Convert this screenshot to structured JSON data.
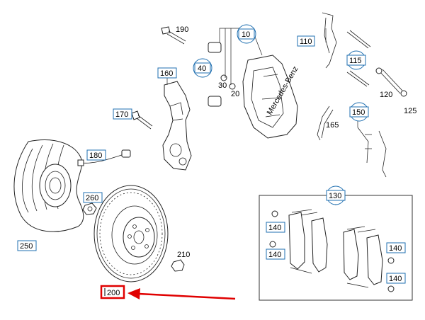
{
  "callouts": {
    "c190": "190",
    "c10": "10",
    "c110": "110",
    "c40": "40",
    "c115": "115",
    "c160": "160",
    "c30": "30",
    "c20": "20",
    "c120": "120",
    "c125": "125",
    "c170": "170",
    "c165": "165",
    "c150": "150",
    "c180": "180",
    "c260": "260",
    "c130": "130",
    "c250": "250",
    "c140a": "140",
    "c140b": "140",
    "c140c": "140",
    "c140d": "140",
    "c210": "210",
    "c200": "200"
  },
  "colors": {
    "callout_border": "#1f6fb0",
    "highlight": "#e00000",
    "line": "#222222"
  }
}
